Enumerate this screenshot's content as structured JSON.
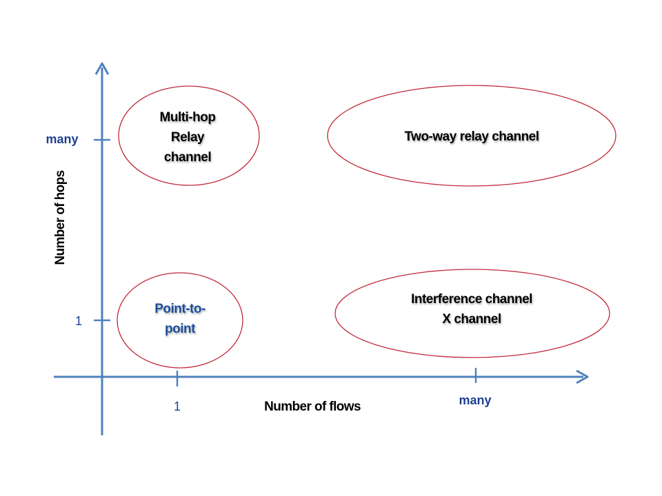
{
  "diagram": {
    "x_axis": {
      "title": "Number of flows",
      "ticks": [
        "1",
        "many"
      ]
    },
    "y_axis": {
      "title": "Number of hops",
      "ticks": [
        "1",
        "many"
      ]
    },
    "regions": [
      {
        "id": "multi-hop-relay",
        "lines": [
          "Multi-hop",
          "Relay",
          "channel"
        ],
        "flows": "1",
        "hops": "many",
        "text_color": "#000000"
      },
      {
        "id": "two-way-relay",
        "lines": [
          "Two-way relay channel"
        ],
        "flows": "many",
        "hops": "many",
        "text_color": "#000000"
      },
      {
        "id": "point-to-point",
        "lines": [
          "Point-to-",
          "point"
        ],
        "flows": "1",
        "hops": "1",
        "text_color": "#1F4E9A"
      },
      {
        "id": "interference-x",
        "lines": [
          "Interference channel",
          "X channel"
        ],
        "flows": "many",
        "hops": "1",
        "text_color": "#000000"
      }
    ],
    "colors": {
      "axis": "#4F81BD",
      "region_outline": "#C0283A",
      "tick_label": "#1F3F8F"
    }
  }
}
